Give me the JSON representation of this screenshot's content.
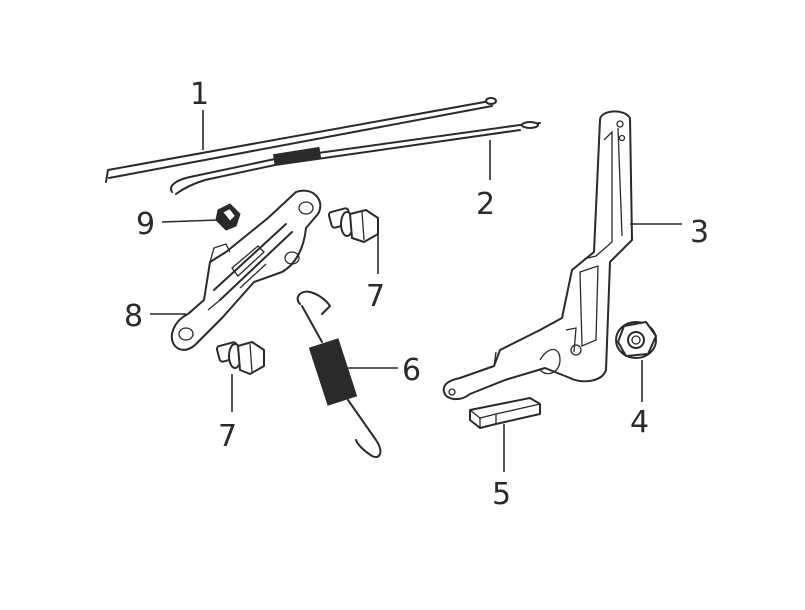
{
  "diagram": {
    "callouts": [
      {
        "id": "1",
        "label": "1"
      },
      {
        "id": "2",
        "label": "2"
      },
      {
        "id": "3",
        "label": "3"
      },
      {
        "id": "4",
        "label": "4"
      },
      {
        "id": "5",
        "label": "5"
      },
      {
        "id": "6",
        "label": "6"
      },
      {
        "id": "7a",
        "label": "7"
      },
      {
        "id": "7b",
        "label": "7"
      },
      {
        "id": "8",
        "label": "8"
      },
      {
        "id": "9",
        "label": "9"
      }
    ]
  }
}
